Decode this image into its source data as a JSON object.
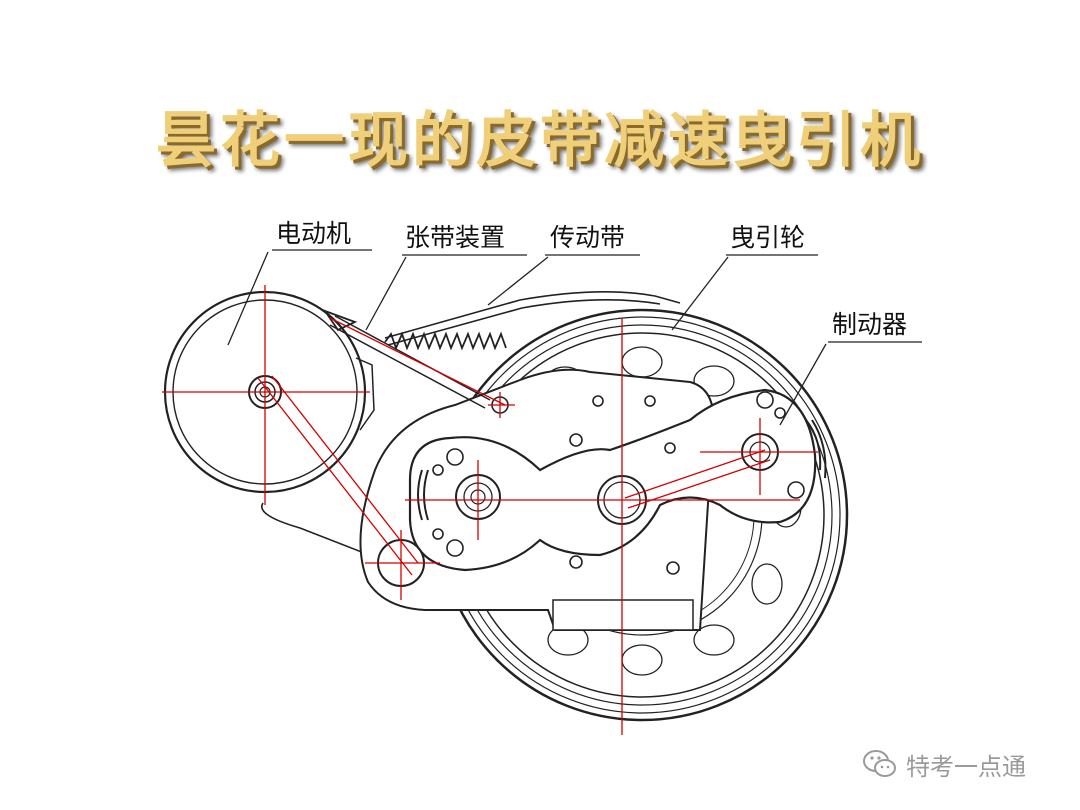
{
  "title": "昙花一现的皮带减速曳引机",
  "labels": {
    "motor": "电动机",
    "tensioner": "张带装置",
    "belt": "传动带",
    "traction_sheave": "曳引轮",
    "brake": "制动器"
  },
  "watermark": {
    "icon": "wechat-icon",
    "text": "特考一点通"
  },
  "colors": {
    "title": "#f0cf7a",
    "title_shadow": "#8a6a2a",
    "centerline": "#d40000",
    "line": "#111111"
  }
}
